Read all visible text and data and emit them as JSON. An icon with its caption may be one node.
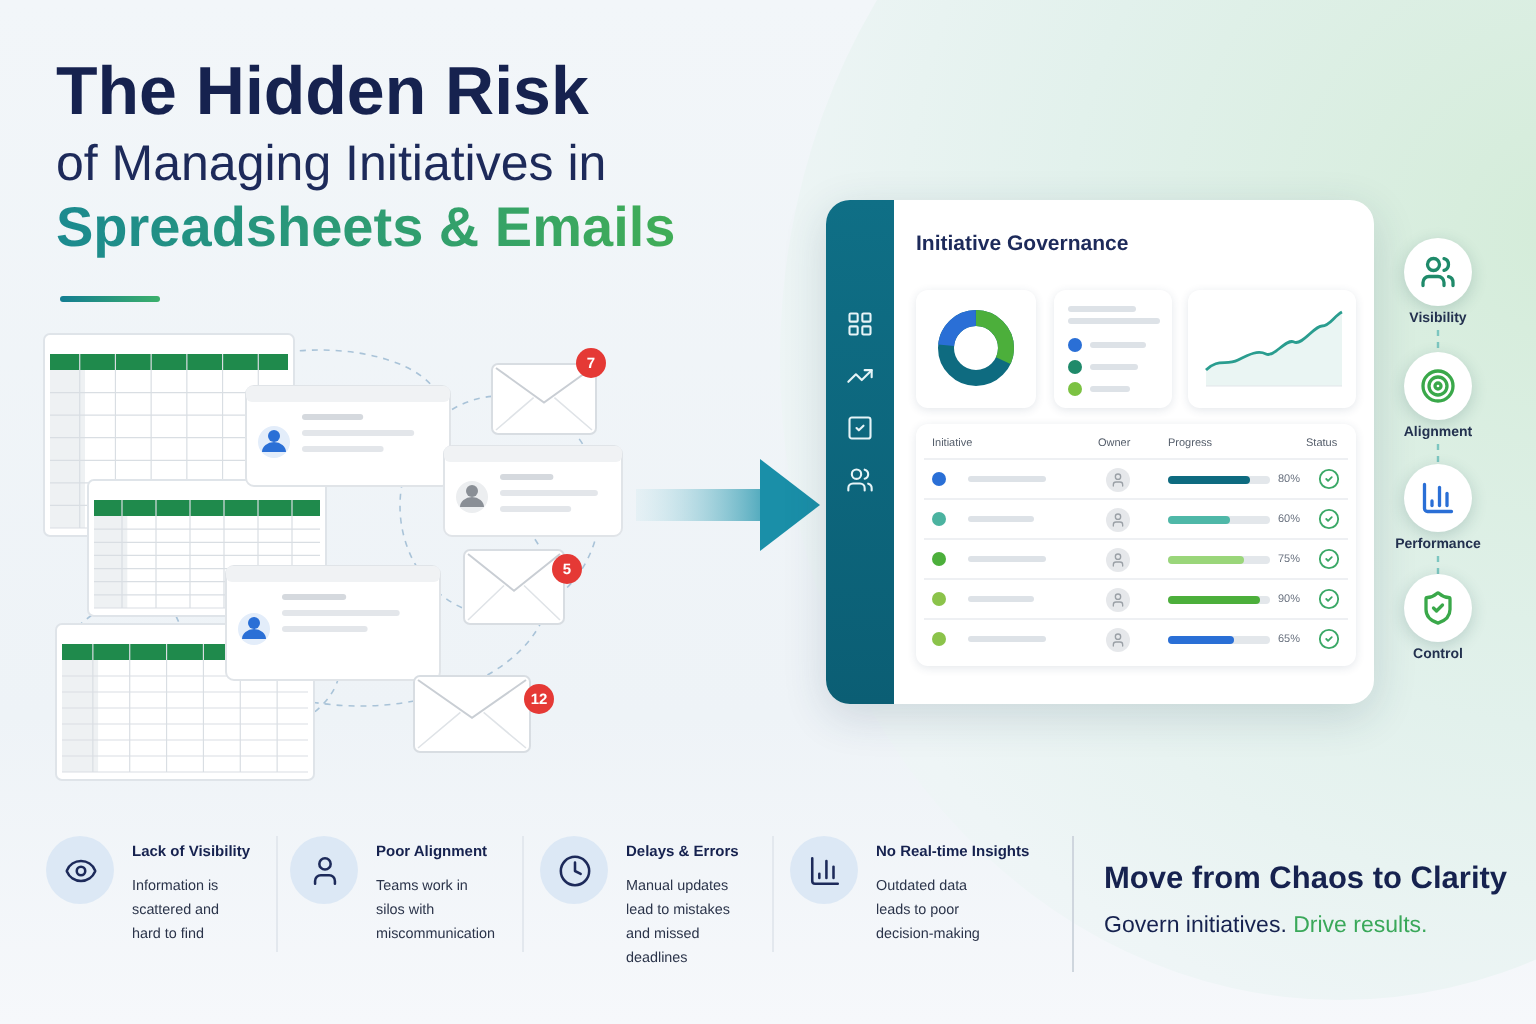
{
  "diagram": {
    "title": "**The Hidden Risk** of Managing Initiatives in **Spreadsheets & Emails**",
    "nodes": [
      {
        "text": [],
        "shape": "picture"
      },
      {
        "text": [
          "Initiative Governance"
        ]
      },
      {
        "text": [
          "Visibility"
        ]
      },
      {
        "text": [
          "Alignment"
        ]
      },
      {
        "text": [
          "Performance"
        ]
      },
      {
        "text": [
          "Control"
        ]
      }
    ],
    "edges": [
      {
        "from": 0,
        "to": 1,
        "arrow": "to",
        "style": "thick"
      },
      {
        "from": 2,
        "to": 3,
        "arrow": "none",
        "style": "dashed"
      },
      {
        "from": 3,
        "to": 4,
        "arrow": "none",
        "style": "dashed"
      },
      {
        "from": 4,
        "to": 5,
        "arrow": "none",
        "style": "dashed"
      }
    ],
    "labels": [
      "7",
      "5",
      "12",
      "Initiative",
      "Owner",
      "Progress",
      "Status",
      "80%",
      "60%",
      "75%",
      "90%",
      "65%",
      "Lack of Visibility",
      "Information is scattered and hard to find",
      "Poor Alignment",
      "Teams work in silos with miscommunication",
      "Delays & Errors",
      "Manual updates lead to mistakes and missed deadlines",
      "No Real-time Insights",
      "Outdated data leads to poor decision-making",
      "Move from Chaos to Clarity",
      "Govern initiatives. **Drive results.**"
    ]
  }
}
